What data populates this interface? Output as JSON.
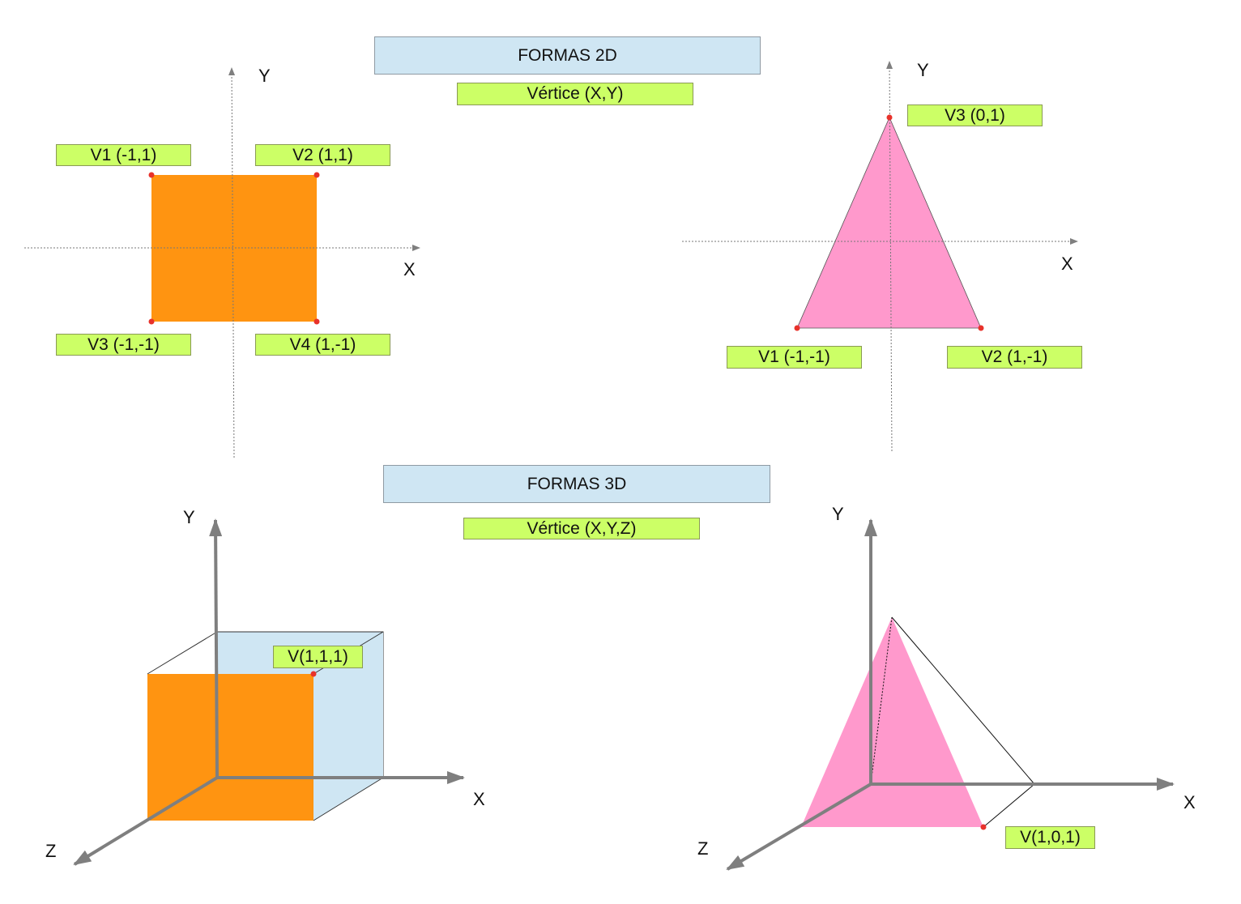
{
  "sections": {
    "title_2d": "FORMAS 2D",
    "subtitle_2d": "Vértice (X,Y)",
    "title_3d": "FORMAS 3D",
    "subtitle_3d": "Vértice (X,Y,Z)"
  },
  "square": {
    "v1": "V1 (-1,1)",
    "v2": "V2 (1,1)",
    "v3": "V3 (-1,-1)",
    "v4": "V4 (1,-1)",
    "axis_x": "X",
    "axis_y": "Y"
  },
  "triangle": {
    "v1": "V1 (-1,-1)",
    "v2": "V2 (1,-1)",
    "v3": "V3 (0,1)",
    "axis_x": "X",
    "axis_y": "Y"
  },
  "cube": {
    "vertex": "V(1,1,1)",
    "axis_x": "X",
    "axis_y": "Y",
    "axis_z": "Z"
  },
  "pyramid": {
    "vertex": "V(1,0,1)",
    "axis_x": "X",
    "axis_y": "Y",
    "axis_z": "Z"
  },
  "colors": {
    "orange": "#ff9411",
    "pink": "#ff99cc",
    "light_blue": "#cfe6f3",
    "label_green": "#ccff66",
    "vertex_red": "#e8322b",
    "axis_gray": "#7f7f7f"
  }
}
